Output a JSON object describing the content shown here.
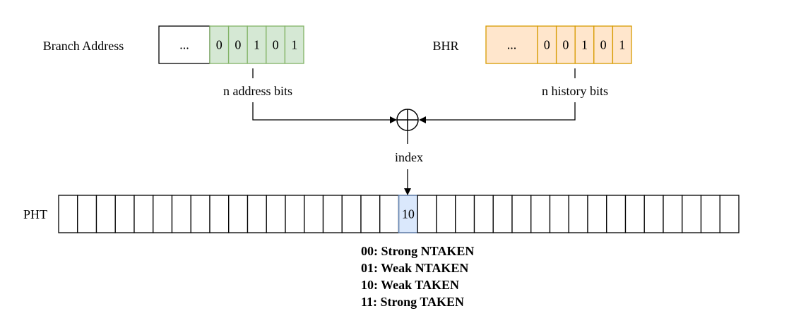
{
  "branch_address": {
    "label": "Branch Address",
    "ellipsis": "...",
    "bits": [
      "0",
      "0",
      "1",
      "0",
      "1"
    ],
    "fill": "#d5e8d4",
    "stroke": "#82b366"
  },
  "bhr": {
    "label": "BHR",
    "ellipsis": "...",
    "bits": [
      "0",
      "0",
      "1",
      "0",
      "1"
    ],
    "fill": "#ffe6cc",
    "stroke": "#d79b00"
  },
  "labels": {
    "address_bits": "n address bits",
    "history_bits": "n history bits",
    "index": "index"
  },
  "operator": {
    "symbol": "xor-plus"
  },
  "pht": {
    "label": "PHT",
    "cell_count": 36,
    "selected_index": 18,
    "selected_value": "10",
    "selected_fill": "#dae8fc",
    "selected_stroke": "#6c8ebf"
  },
  "legend": [
    "00: Strong NTAKEN",
    "01: Weak NTAKEN",
    "10: Weak TAKEN",
    "11: Strong TAKEN"
  ]
}
